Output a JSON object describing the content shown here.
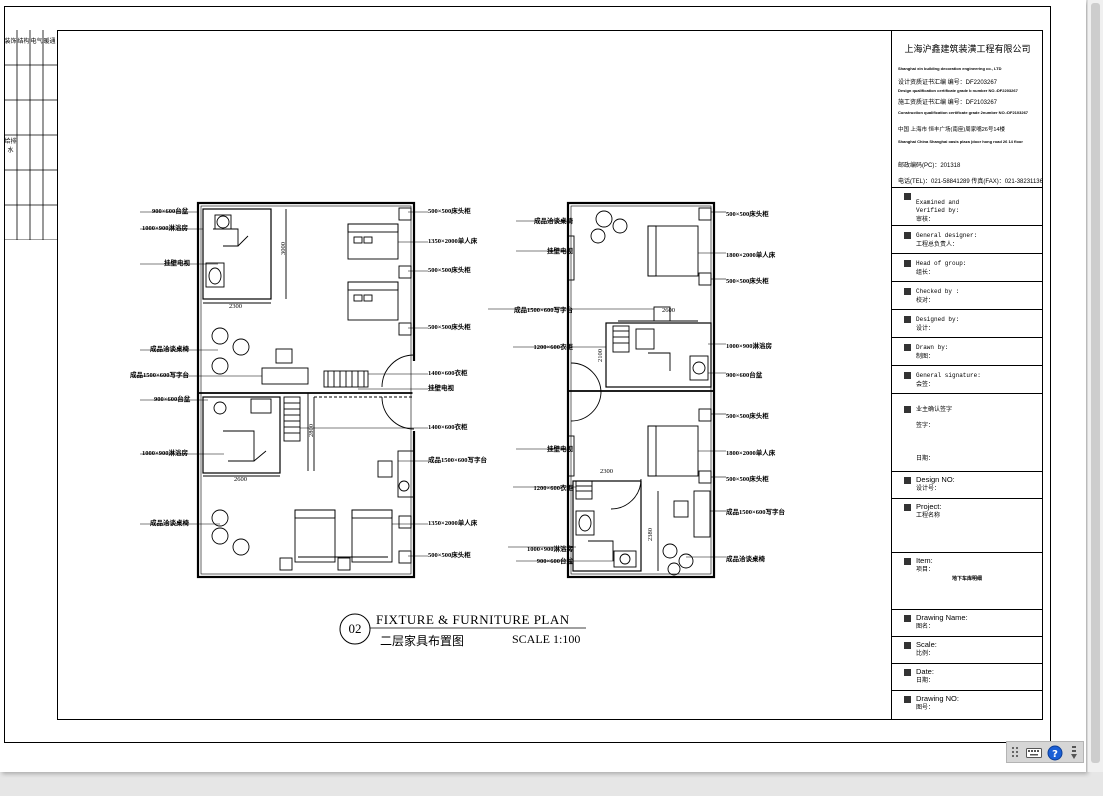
{
  "left_strip": {
    "row1": [
      "装饰",
      "结构",
      "电气",
      "暖通"
    ],
    "row2": [
      "给排水"
    ]
  },
  "plan": {
    "left": {
      "left_labels": [
        "900×600台盆",
        "1000×900淋浴房",
        "挂壁电视",
        "成品洽谈桌椅",
        "成品1500×600写字台",
        "900×600台盆",
        "1000×900淋浴房",
        "成品洽谈桌椅"
      ],
      "right_labels": [
        "500×500床头柜",
        "1350×2000单人床",
        "500×500床头柜",
        "500×500床头柜",
        "1400×600衣柜",
        "挂壁电视",
        "1400×600衣柜",
        "成品1500×600写字台",
        "1350×2000单人床",
        "500×500床头柜"
      ],
      "dims": [
        "3000",
        "2300",
        "2800",
        "2600"
      ]
    },
    "right": {
      "left_labels": [
        "成品洽谈桌椅",
        "挂壁电视",
        "成品1500×600写字台",
        "1200×600衣柜",
        "挂壁电视",
        "1200×600衣柜",
        "1000×900淋浴房",
        "900×600台盆"
      ],
      "right_labels": [
        "500×500床头柜",
        "1800×2000单人床",
        "500×500床头柜",
        "1000×900淋浴房",
        "900×600台盆",
        "500×500床头柜",
        "1800×2000单人床",
        "500×500床头柜",
        "成品1500×600写字台",
        "成品洽谈桌椅"
      ],
      "dims": [
        "2600",
        "2100",
        "2300",
        "2380"
      ]
    },
    "caption": {
      "number": "02",
      "title": "FIXTURE & FURNITURE PLAN",
      "subtitle": "二层家具布置图",
      "scale": "SCALE 1:100"
    }
  },
  "title_block": {
    "company_cn": "上海沪鑫建筑装潢工程有限公司",
    "company_en": "Shanghai xin building decoration engineering co., LTD",
    "design_cert": "设计资质证书汇编  编号：DF2203267",
    "design_cert_en": "Design qualification certificate grade b number  NO.:DF2203267",
    "construction_cert": "施工资质证书汇编  编号：DF2103267",
    "construction_cert_en": "Construction qualification certificate grade 2number NO.:DF2103267",
    "address_cn": "中国  上海市  恒丰广场(南座)周家嘴26号14楼",
    "address_en": "Shanghai China Shanghai oasis plaza (door hong road 26 14 floor",
    "post_code": "邮政编码(PC)：201318",
    "contact": "电话(TEL)：021-58841289    传真(FAX)：021-38231136",
    "fields": [
      {
        "en": "Examined and\nVerified by:",
        "cn": "审核："
      },
      {
        "en": "General designer:",
        "cn": "工程总负责人："
      },
      {
        "en": "Head of group:",
        "cn": "组长："
      },
      {
        "en": "Checked by  :",
        "cn": "校对："
      },
      {
        "en": "Designed by:",
        "cn": "设计："
      },
      {
        "en": "Drawn by:",
        "cn": "制图："
      },
      {
        "en": "General signature:",
        "cn": "会签："
      }
    ],
    "owner_confirm": "业主确认签字",
    "owner_sign": "签字：",
    "owner_date": "日期：",
    "design_no": {
      "en": "Design NO:",
      "cn": "设计号："
    },
    "project": {
      "en": "Project:",
      "cn": "工程名称"
    },
    "item": {
      "en": "Item:",
      "cn": "项目：",
      "value": "地下车库明细"
    },
    "drawing_name": {
      "en": "Drawing Name:",
      "cn": "图名："
    },
    "scale": {
      "en": "Scale:",
      "cn": "比例："
    },
    "date": {
      "en": "Date:",
      "cn": "日期："
    },
    "drawing_no": {
      "en": "Drawing NO:",
      "cn": "图号："
    }
  },
  "colors": {
    "line": "#000000",
    "sheet": "#ffffff",
    "background": "#e6e6e6",
    "help_icon": "#1a5fd6"
  },
  "tray_icons": [
    "grip-icon",
    "keyboard-icon",
    "help-icon",
    "pin-icon"
  ]
}
